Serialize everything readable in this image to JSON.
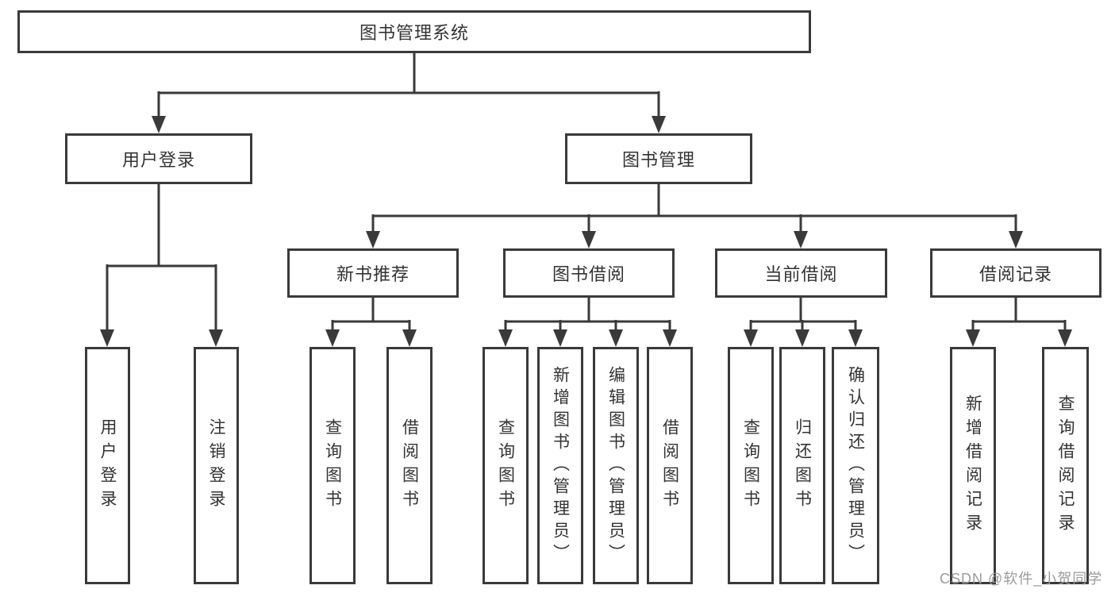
{
  "diagram": {
    "root": {
      "label": "图书管理系统"
    },
    "level2": [
      {
        "label": "用户登录"
      },
      {
        "label": "图书管理"
      }
    ],
    "level3": [
      {
        "label": "新书推荐"
      },
      {
        "label": "图书借阅"
      },
      {
        "label": "当前借阅"
      },
      {
        "label": "借阅记录"
      }
    ],
    "leaves": {
      "user_login": [
        "用户登录",
        "注销登录"
      ],
      "new_book": [
        "查询图书",
        "借阅图书"
      ],
      "book_borrow": [
        "查询图书",
        "新增图书（管理员）",
        "编辑图书（管理员）",
        "借阅图书"
      ],
      "current_borrow": [
        "查询图书",
        "归还图书",
        "确认归还（管理员）"
      ],
      "borrow_records": [
        "新增借阅记录",
        "查询借阅记录"
      ]
    }
  },
  "watermark": "CSDN @软件_小贺同学",
  "colors": {
    "line": "#3a3a3a",
    "text": "#333333",
    "box_background": "#ffffff",
    "watermark": "#9b9b9b"
  }
}
